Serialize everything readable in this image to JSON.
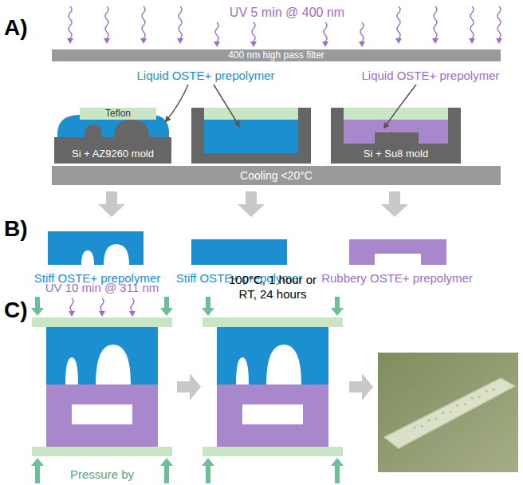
{
  "diagram": {
    "nodes": [
      {
        "text": [
          "400 nm high pass filter"
        ]
      },
      {
        "text": [
          "Teflon"
        ]
      },
      {
        "text": [
          "Si + AZ9260 mold"
        ]
      },
      {
        "text": [
          "Si + Su8 mold"
        ]
      },
      {
        "text": [
          "Cooling <20°C"
        ]
      }
    ],
    "labels": [
      "A)",
      "UV 5 min @ 400 nm",
      "Liquid OSTE+ prepolymer",
      "Liquid OSTE+ prepolymer",
      "B)",
      "Stiff OSTE+ prepolymer",
      "Stiff OSTE+ prepolymer",
      "Rubbery OSTE+ prepolymer",
      "C)",
      "UV 10 min @ 311 nm",
      "100°C, 1 hour or RT, 24 hours",
      "Pressure by"
    ]
  }
}
